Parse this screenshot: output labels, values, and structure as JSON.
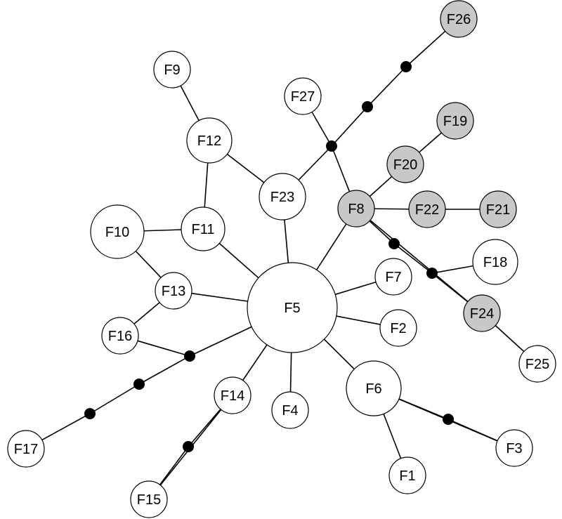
{
  "colors": {
    "node_fill_default": "#ffffff",
    "node_fill_highlight": "#c8c8c8",
    "stroke": "#000000",
    "joint": "#000000"
  },
  "nodes": [
    {
      "id": "F1",
      "label": "F1",
      "highlighted": false
    },
    {
      "id": "F2",
      "label": "F2",
      "highlighted": false
    },
    {
      "id": "F3",
      "label": "F3",
      "highlighted": false
    },
    {
      "id": "F4",
      "label": "F4",
      "highlighted": false
    },
    {
      "id": "F5",
      "label": "F5",
      "highlighted": false
    },
    {
      "id": "F6",
      "label": "F6",
      "highlighted": false
    },
    {
      "id": "F7",
      "label": "F7",
      "highlighted": false
    },
    {
      "id": "F8",
      "label": "F8",
      "highlighted": true
    },
    {
      "id": "F9",
      "label": "F9",
      "highlighted": false
    },
    {
      "id": "F10",
      "label": "F10",
      "highlighted": false
    },
    {
      "id": "F11",
      "label": "F11",
      "highlighted": false
    },
    {
      "id": "F12",
      "label": "F12",
      "highlighted": false
    },
    {
      "id": "F13",
      "label": "F13",
      "highlighted": false
    },
    {
      "id": "F14",
      "label": "F14",
      "highlighted": false
    },
    {
      "id": "F15",
      "label": "F15",
      "highlighted": false
    },
    {
      "id": "F16",
      "label": "F16",
      "highlighted": false
    },
    {
      "id": "F17",
      "label": "F17",
      "highlighted": false
    },
    {
      "id": "F18",
      "label": "F18",
      "highlighted": false
    },
    {
      "id": "F19",
      "label": "F19",
      "highlighted": true
    },
    {
      "id": "F20",
      "label": "F20",
      "highlighted": true
    },
    {
      "id": "F21",
      "label": "F21",
      "highlighted": true
    },
    {
      "id": "F22",
      "label": "F22",
      "highlighted": true
    },
    {
      "id": "F23",
      "label": "F23",
      "highlighted": false
    },
    {
      "id": "F24",
      "label": "F24",
      "highlighted": true
    },
    {
      "id": "F25",
      "label": "F25",
      "highlighted": false
    },
    {
      "id": "F26",
      "label": "F26",
      "highlighted": true
    },
    {
      "id": "F27",
      "label": "F27",
      "highlighted": false
    }
  ],
  "edges": [
    {
      "from": "F5",
      "to": "F23"
    },
    {
      "from": "F5",
      "to": "F8"
    },
    {
      "from": "F5",
      "to": "F11"
    },
    {
      "from": "F5",
      "to": "F7"
    },
    {
      "from": "F5",
      "to": "F13"
    },
    {
      "from": "F5",
      "to": "F2"
    },
    {
      "from": "F5",
      "to": "F6"
    },
    {
      "from": "F5",
      "to": "F4"
    },
    {
      "from": "F5",
      "to": "F14"
    },
    {
      "from": "F5",
      "to": "J_F5_F17"
    },
    {
      "from": "J_F5_F17",
      "to": "F16"
    },
    {
      "from": "F11",
      "to": "F12"
    },
    {
      "from": "F11",
      "to": "F10"
    },
    {
      "from": "F12",
      "to": "F9"
    },
    {
      "from": "F12",
      "to": "F23"
    },
    {
      "from": "F10",
      "to": "F13"
    },
    {
      "from": "F13",
      "to": "F16"
    },
    {
      "from": "F14",
      "to": "F15"
    },
    {
      "from": "F6",
      "to": "F1"
    },
    {
      "from": "F6",
      "to": "F3"
    },
    {
      "from": "F23",
      "to": "J_F23_F26"
    },
    {
      "from": "F27",
      "to": "J_F23_F26"
    },
    {
      "from": "J_F23_F26",
      "to": "F8"
    },
    {
      "from": "F8",
      "to": "F20"
    },
    {
      "from": "F20",
      "to": "F19"
    },
    {
      "from": "F8",
      "to": "F22"
    },
    {
      "from": "F22",
      "to": "F21"
    },
    {
      "from": "F8",
      "to": "F24"
    },
    {
      "from": "F18",
      "to": "J_F8_F24"
    },
    {
      "from": "F24",
      "to": "F25"
    }
  ]
}
